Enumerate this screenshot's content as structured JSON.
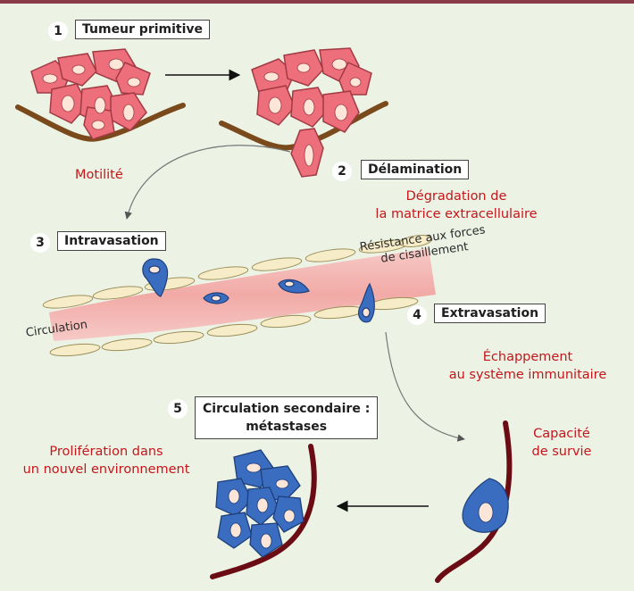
{
  "steps": [
    {
      "number": "1",
      "label": "Tumeur primitive"
    },
    {
      "number": "2",
      "label": "Délamination"
    },
    {
      "number": "3",
      "label": "Intravasation"
    },
    {
      "number": "4",
      "label": "Extravasation"
    },
    {
      "number": "5",
      "label": "Circulation secondaire :",
      "label2": "métastases"
    }
  ],
  "annotations": {
    "motilite": "Motilité",
    "degradation_1": "Dégradation de",
    "degradation_2": "la matrice extracellulaire",
    "resistance_1": "Résistance aux forces",
    "resistance_2": "de cisaillement",
    "circulation": "Circulation",
    "echappement_1": "Échappement",
    "echappement_2": "au système immunitaire",
    "capacite_1": "Capacité",
    "capacite_2": "de survie",
    "proliferation_1": "Prolifération dans",
    "proliferation_2": "un nouvel environnement"
  },
  "colors": {
    "background": "#ecf3e4",
    "primary_cells": "#ec6f7b",
    "metastatic_cells": "#3a6cc0",
    "membrane": "#7a4a1c",
    "vessel_wall": "#6b0c14",
    "annotation_red": "#c4161c"
  }
}
